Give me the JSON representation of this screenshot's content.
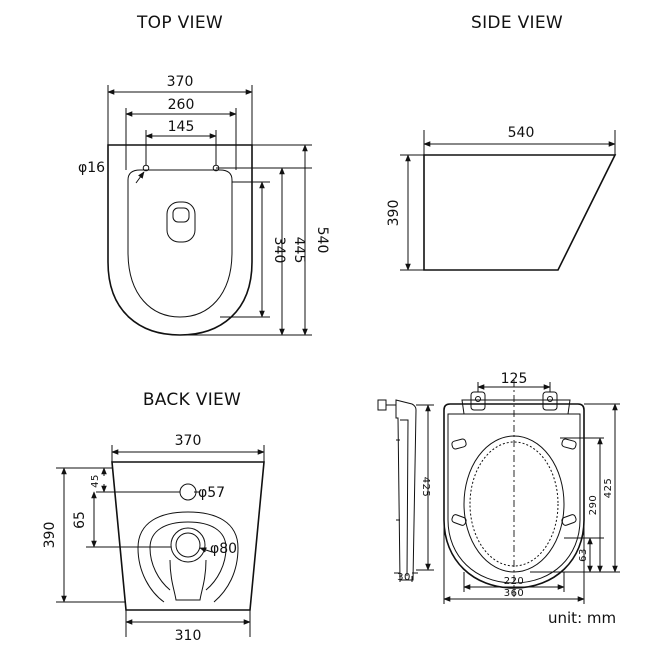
{
  "views": {
    "top": {
      "title": "TOP VIEW",
      "dims": {
        "width": "370",
        "hole_span": "260",
        "inner_span": "145",
        "hole_dia": "φ16",
        "d340": "340",
        "d445": "445",
        "d540": "540"
      }
    },
    "side": {
      "title": "SIDE VIEW",
      "dims": {
        "length": "540",
        "height": "390"
      }
    },
    "back": {
      "title": "BACK VIEW",
      "dims": {
        "top_width": "370",
        "bottom_width": "310",
        "height": "390",
        "d65": "65",
        "d45": "45",
        "water_inlet": "φ57",
        "outlet": "φ80"
      }
    },
    "seat": {
      "dims": {
        "d125": "125",
        "d425_left": "425",
        "d290": "290",
        "d425_right": "425",
        "d63": "63",
        "d30": "30",
        "d220": "220",
        "d360": "360"
      }
    }
  },
  "unit_label": "unit: mm"
}
